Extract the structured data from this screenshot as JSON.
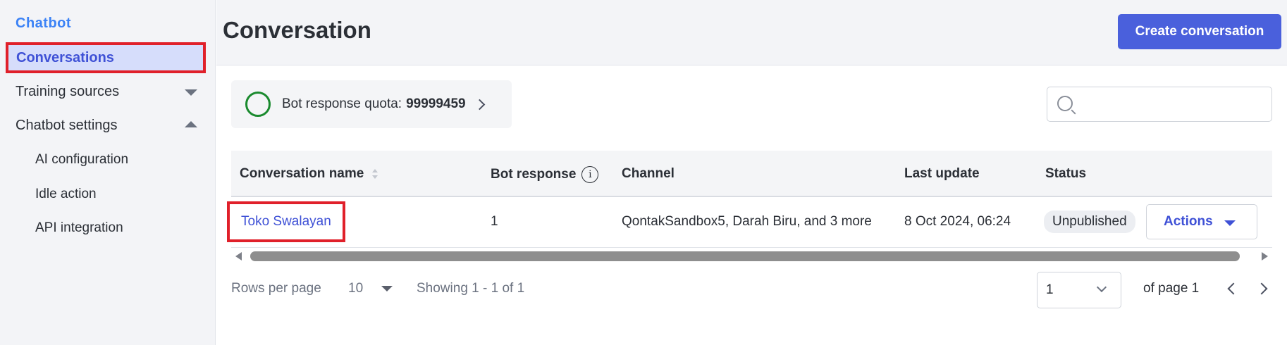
{
  "sidebar": {
    "title": "Chatbot",
    "items": [
      {
        "label": "Conversations"
      },
      {
        "label": "Training sources"
      },
      {
        "label": "Chatbot settings"
      }
    ],
    "sub_items": [
      {
        "label": "AI configuration"
      },
      {
        "label": "Idle action"
      },
      {
        "label": "API integration"
      }
    ]
  },
  "header": {
    "title": "Conversation",
    "create_label": "Create conversation"
  },
  "quota": {
    "label": "Bot response quota:",
    "value": "99999459"
  },
  "search": {
    "placeholder": ""
  },
  "table": {
    "columns": [
      "Conversation name",
      "Bot response",
      "Channel",
      "Last update",
      "Status"
    ],
    "info_glyph": "i",
    "rows": [
      {
        "name": "Toko Swalayan",
        "bot_response": "1",
        "channel": "QontakSandbox5, Darah Biru, and 3 more",
        "last_update": "8 Oct 2024, 06:24",
        "status": "Unpublished",
        "actions_label": "Actions"
      }
    ]
  },
  "footer": {
    "rows_per_page_label": "Rows per page",
    "rows_per_page_value": "10",
    "showing": "Showing 1 - 1 of 1",
    "page_value": "1",
    "of_page": "of page 1"
  },
  "colors": {
    "accent": "#4a60dc",
    "link": "#3f51d6",
    "highlight_border": "#e0202a",
    "quota_ring": "#1a8a2e"
  },
  "icons": [
    "search-icon",
    "chevron-right-icon",
    "caret-down-icon",
    "caret-up-icon",
    "sort-icon",
    "info-icon",
    "chevron-left-icon"
  ]
}
